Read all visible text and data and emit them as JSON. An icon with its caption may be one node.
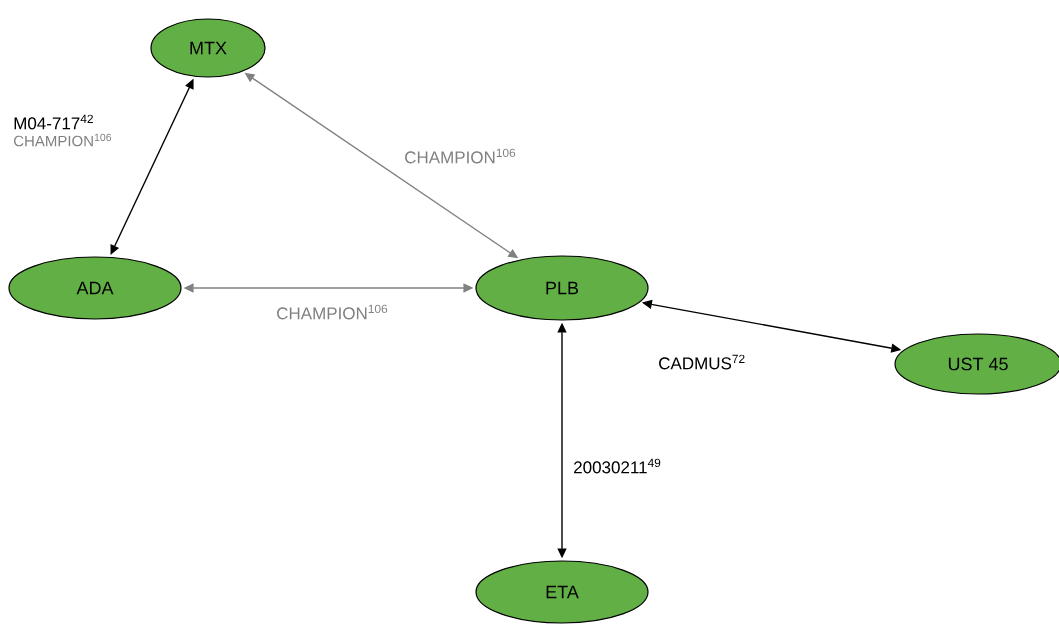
{
  "diagram": {
    "nodes": [
      {
        "text": [
          "MTX"
        ]
      },
      {
        "text": [
          "ADA"
        ]
      },
      {
        "text": [
          "PLB"
        ]
      },
      {
        "text": [
          "UST 45"
        ]
      },
      {
        "text": [
          "ETA"
        ]
      }
    ],
    "edges": [
      {
        "from": 0,
        "to": 1,
        "arrow": "both",
        "label": "M04-717$^{42}$"
      },
      {
        "from": 0,
        "to": 2,
        "arrow": "both",
        "label": "CHAMPION$^{106}$",
        "color": "#808080"
      },
      {
        "from": 1,
        "to": 2,
        "arrow": "both",
        "label": "CHAMPION$^{106}$",
        "color": "#808080"
      },
      {
        "from": 2,
        "to": 3,
        "arrow": "both",
        "label": "CADMUS$^{72}$"
      },
      {
        "from": 2,
        "to": 4,
        "arrow": "both",
        "label": "20030211$^{49}$"
      }
    ],
    "labels": [
      "CHAMPION$^{106}$"
    ]
  }
}
